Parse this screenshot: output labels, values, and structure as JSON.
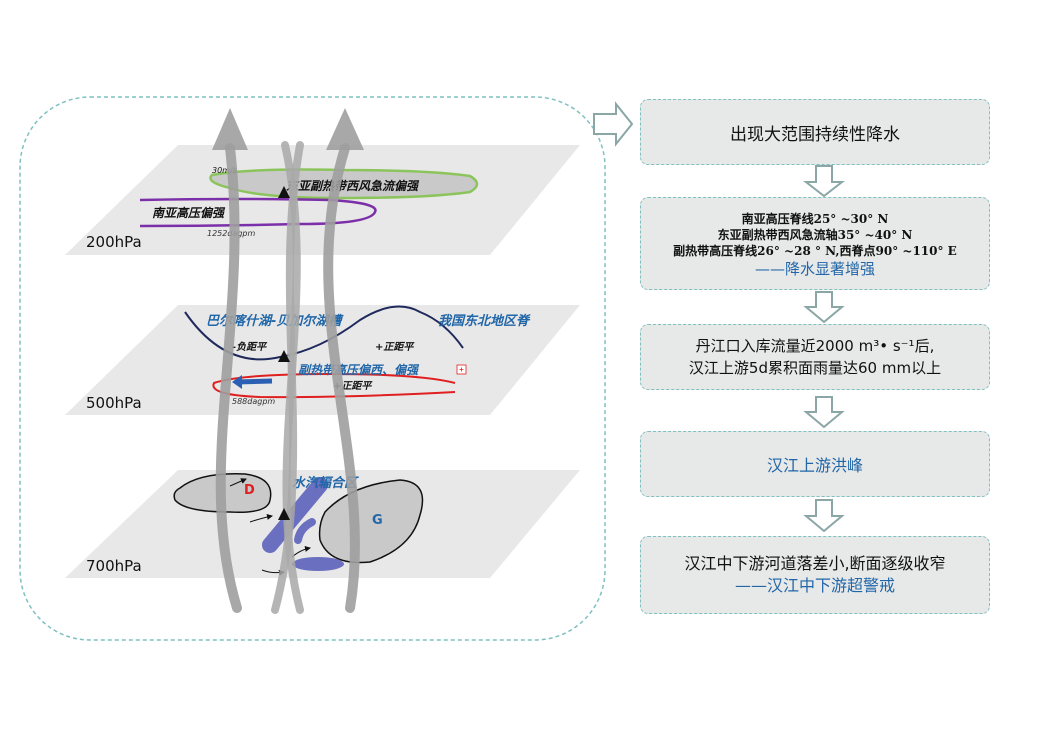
{
  "left_panel": {
    "layers": [
      {
        "label": "200hPa"
      },
      {
        "label": "500hPa"
      },
      {
        "label": "700hPa"
      }
    ],
    "level200": {
      "speed_label": "30m/s",
      "jet_label": "东亚副热带西风急流偏强",
      "south_asia_high_label": "南亚高压偏强",
      "contour_label": "1252dagpm"
    },
    "level500": {
      "trough_label": "巴尔喀什湖-贝加尔湖槽",
      "ridge_label": "我国东北地区脊",
      "negative_anomaly": "-负距平",
      "positive_anomaly_1": "+正距平",
      "subtropical_high_label": "副热带高压偏西、偏强",
      "positive_anomaly_2": "+正距平",
      "contour_label": "588dagpm"
    },
    "level700": {
      "low_label": "D",
      "high_label": "G",
      "convergence_label": "水汽辐合区"
    }
  },
  "flow": {
    "box1": "出现大范围持续性降水",
    "box2_lines": [
      "南亚高压脊线25° ~30° N",
      "东亚副热带西风急流轴35° ~40° N",
      "副热带高压脊线26° ~28 ° N,西脊点90° ~110° E"
    ],
    "box2_highlight": "——降水显著增强",
    "box3_lines": [
      "丹江口入库流量近2000 m³• s⁻¹后,",
      "汉江上游5d累积面雨量达60 mm以上"
    ],
    "box4": "汉江上游洪峰",
    "box5_line": "汉江中下游河道落差小,断面逐级收窄",
    "box5_highlight": "——汉江中下游超警戒"
  },
  "colors": {
    "accent_blue": "#2166a8",
    "jet_green": "#8cc45c",
    "south_asia_high_purple": "#7b2fa8",
    "trough_navy": "#1f2a5c",
    "subtropical_high_red": "#e02020",
    "moisture_blue": "#6b6fbf",
    "dashed_teal": "#7fc1c0",
    "plane_gray": "#e8e8e8"
  }
}
